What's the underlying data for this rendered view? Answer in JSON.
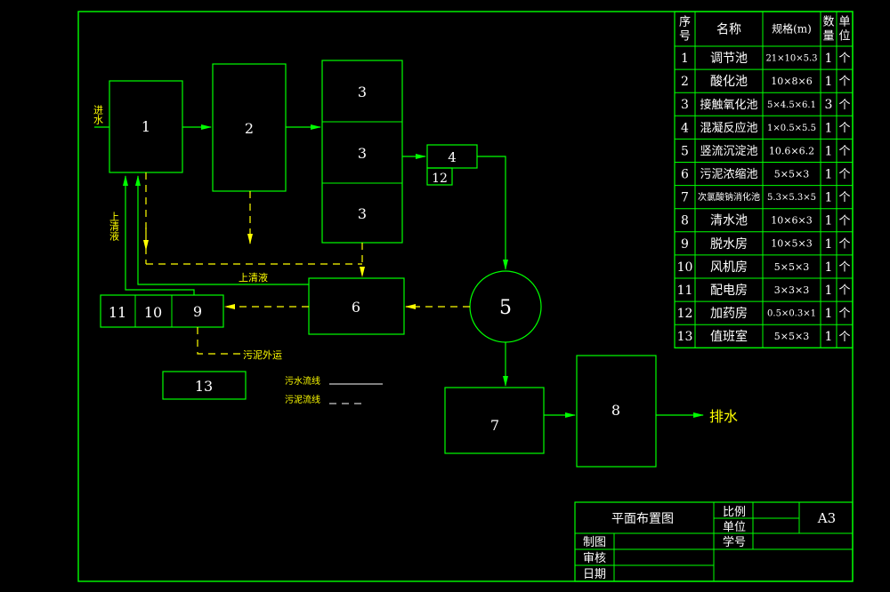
{
  "units": [
    {
      "id": "u1",
      "label": "1"
    },
    {
      "id": "u2",
      "label": "2"
    },
    {
      "id": "u3a",
      "label": "3"
    },
    {
      "id": "u3b",
      "label": "3"
    },
    {
      "id": "u3c",
      "label": "3"
    },
    {
      "id": "u4",
      "label": "4"
    },
    {
      "id": "u12",
      "label": "12"
    },
    {
      "id": "u5",
      "label": "5"
    },
    {
      "id": "u6",
      "label": "6"
    },
    {
      "id": "u7",
      "label": "7"
    },
    {
      "id": "u8",
      "label": "8"
    },
    {
      "id": "u9",
      "label": "9"
    },
    {
      "id": "u10",
      "label": "10"
    },
    {
      "id": "u11",
      "label": "11"
    },
    {
      "id": "u13",
      "label": "13"
    }
  ],
  "labels": {
    "inflow": "进水",
    "supernatant_left": "上清液",
    "supernatant_mid": "上清液",
    "sludge_out": "污泥外运",
    "discharge": "排水",
    "legend_sewage": "污水流线",
    "legend_sludge": "污泥流线"
  },
  "colors": {
    "line": "#00ff00",
    "sludge": "#ffff00",
    "text": "#ffffff",
    "background": "#000000"
  },
  "table": {
    "headers": [
      "序号",
      "名称",
      "规格(m)",
      "数量",
      "单位"
    ],
    "rows": [
      [
        "1",
        "调节池",
        "21×10×5.3",
        "1",
        "个"
      ],
      [
        "2",
        "酸化池",
        "10×8×6",
        "1",
        "个"
      ],
      [
        "3",
        "接触氧化池",
        "5×4.5×6.1",
        "3",
        "个"
      ],
      [
        "4",
        "混凝反应池",
        "1×0.5×5.5",
        "1",
        "个"
      ],
      [
        "5",
        "竖流沉淀池",
        "10.6×6.2",
        "1",
        "个"
      ],
      [
        "6",
        "污泥浓缩池",
        "5×5×3",
        "1",
        "个"
      ],
      [
        "7",
        "次氯酸钠消化池",
        "5.3×5.3×5",
        "1",
        "个"
      ],
      [
        "8",
        "清水池",
        "10×6×3",
        "1",
        "个"
      ],
      [
        "9",
        "脱水房",
        "10×5×3",
        "1",
        "个"
      ],
      [
        "10",
        "风机房",
        "5×5×3",
        "1",
        "个"
      ],
      [
        "11",
        "配电房",
        "3×3×3",
        "1",
        "个"
      ],
      [
        "12",
        "加药房",
        "0.5×0.3×1",
        "1",
        "个"
      ],
      [
        "13",
        "值班室",
        "5×5×3",
        "1",
        "个"
      ]
    ]
  },
  "title_block": {
    "drawing_title": "平面布置图",
    "scale_label": "比例",
    "unit_label": "单位",
    "size": "A3",
    "drawn_by": "制图",
    "student_id": "学号",
    "reviewed_by": "审核",
    "date": "日期"
  }
}
